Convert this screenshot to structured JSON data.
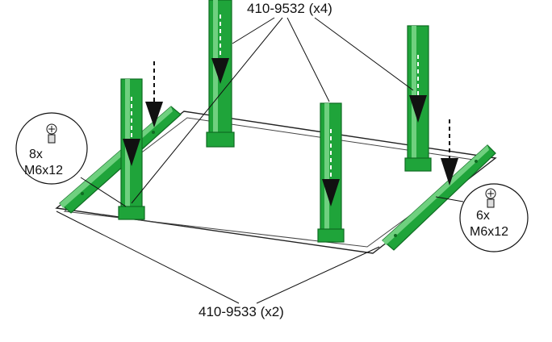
{
  "labels": {
    "post_part": "410-9532 (x4)",
    "rail_part": "410-9533 (x2)"
  },
  "callouts": {
    "left": {
      "qty": "8x",
      "size": "M6x12"
    },
    "right": {
      "qty": "6x",
      "size": "M6x12"
    }
  },
  "colors": {
    "part_green": "#1fa43a",
    "part_green_dark": "#0f6b22",
    "part_green_light": "#6fd07f",
    "outline": "#111111",
    "background": "#ffffff"
  },
  "icons": {
    "screw": "screw-icon",
    "arrow": "down-arrow-icon"
  }
}
